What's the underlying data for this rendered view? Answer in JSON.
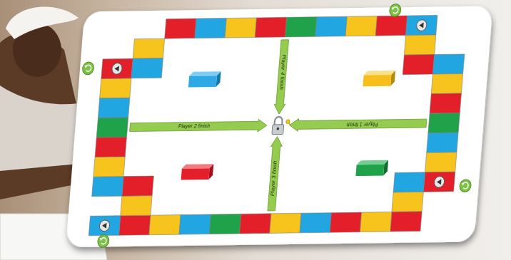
{
  "diagram": {
    "nodes": [
      {
        "text": [
          "Player 4 finish"
        ]
      },
      {
        "text": [
          "Player 2 finish"
        ]
      },
      {
        "text": [
          "Player 1 finish"
        ]
      },
      {
        "text": [
          "Player 3 finish"
        ]
      }
    ]
  }
}
